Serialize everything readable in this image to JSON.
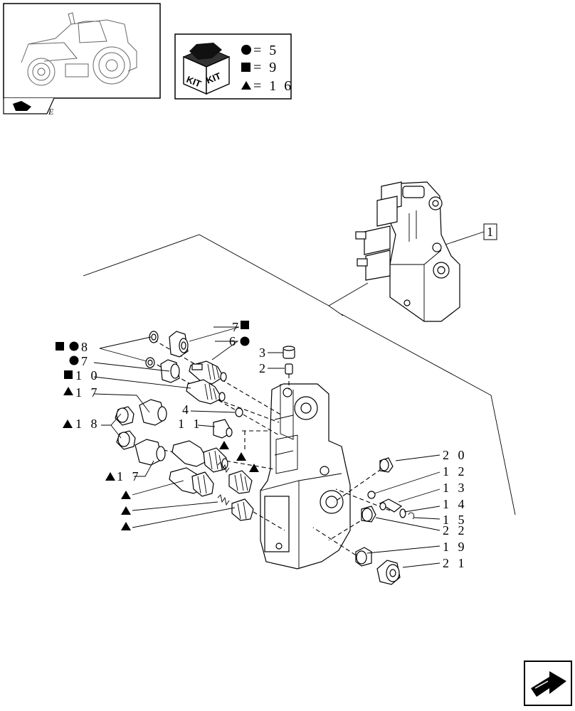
{
  "page_code": "E",
  "kit_legend": {
    "icon_text_left": "KIT",
    "icon_text_right": "KIT",
    "rows": [
      {
        "symbol": "circle",
        "text": "= 5"
      },
      {
        "symbol": "square",
        "text": "= 9"
      },
      {
        "symbol": "triangle",
        "text": "= 1 6"
      }
    ]
  },
  "callouts": {
    "main_assembly": "1",
    "p7_square": "7",
    "p6_circle": "6",
    "p3": "3",
    "p2": "2",
    "p8": "8",
    "p7_circle": "7",
    "p10": "1 0",
    "p17_top": "1 7",
    "p4": "4",
    "p11": "1 1",
    "p18": "1 8",
    "p17_bottom": "1 7",
    "p20": "2 0",
    "p12": "1 2",
    "p13": "1 3",
    "p14": "1 4",
    "p15": "1 5",
    "p22": "2 2",
    "p19": "1 9",
    "p21": "2 1"
  },
  "colors": {
    "line": "#000000",
    "fill": "#ffffff",
    "shade": "#e6e6e6"
  }
}
